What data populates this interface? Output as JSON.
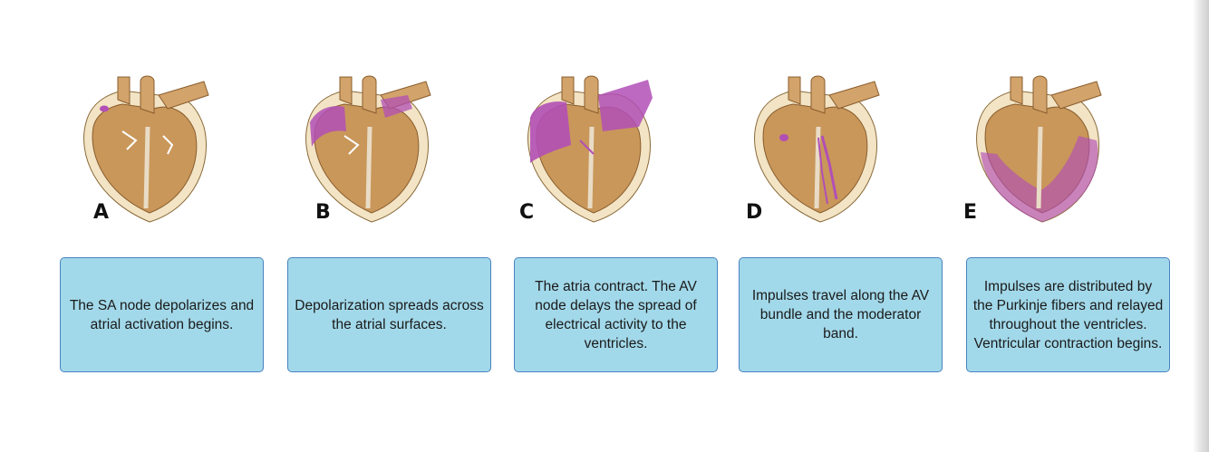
{
  "stages": [
    {
      "letter": "A",
      "text": "The SA node depolarizes and atrial activation begins."
    },
    {
      "letter": "B",
      "text": "Depolarization spreads across the atrial surfaces."
    },
    {
      "letter": "C",
      "text": "The atria contract. The AV node delays the spread of electrical activity to the ventricles."
    },
    {
      "letter": "D",
      "text": "Impulses travel along the AV bundle and the moderator band."
    },
    {
      "letter": "E",
      "text": "Impulses are distributed by the Purkinje fibers and relayed throughout the ventricles. Ventricular contraction begins."
    }
  ],
  "colors": {
    "card_fill": "#a2d9ea",
    "card_border": "#4a82bf",
    "heart_tissue": "#c9975a",
    "depolarization": "#b24fb6"
  }
}
